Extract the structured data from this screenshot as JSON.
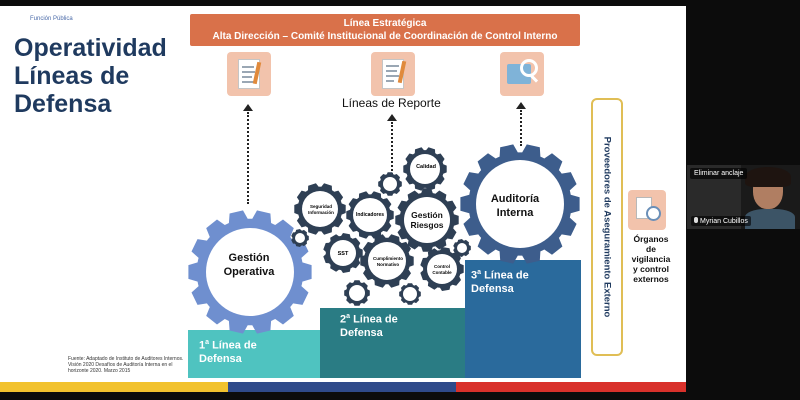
{
  "brand": "Función Pública",
  "title_lines": [
    "Operatividad",
    "Líneas de",
    "Defensa"
  ],
  "banner": {
    "line1": "Línea Estratégica",
    "line2": "Alta Dirección – Comité Institucional de Coordinación de Control Interno"
  },
  "reporting_label": "Líneas de Reporte",
  "gears": {
    "operative": [
      "Gestión",
      "Operativa"
    ],
    "audit": [
      "Auditoría",
      "Interna"
    ],
    "risk": [
      "Gestión",
      "Riesgos"
    ],
    "small": {
      "security": [
        "Seguridad",
        "Información"
      ],
      "indicators": "Indicadores",
      "quality": "Calidad",
      "sst": "SST",
      "compliance": [
        "Cumplimiento",
        "Normativo"
      ],
      "accounting": [
        "Control",
        "Contable"
      ]
    }
  },
  "steps": {
    "first": {
      "ordinal": "1",
      "sup": "a",
      "rest": " Línea de",
      "line2": "Defensa"
    },
    "second": {
      "ordinal": "2",
      "sup": "a",
      "rest": " Línea de",
      "line2": "Defensa"
    },
    "third": {
      "ordinal": "3",
      "sup": "a",
      "rest": " Línea de",
      "line2": "Defensa"
    }
  },
  "external_assurance": "Proveedores de Aseguramiento Externo",
  "organs": [
    "Órganos",
    "de",
    "vigilancia",
    "y control",
    "externos"
  ],
  "source": "Fuente: Adaptado de Instituto de Auditores Internos. Visión 2020 Desafíos de Auditoría Interna en el horizonte 2020. Marzo 2015",
  "participant": {
    "unpin": "Eliminar anclaje",
    "name": "Myrian Cubillos"
  },
  "colors": {
    "banner": "#d9714a",
    "gear_blue": "#3d5d8c",
    "gear_light": "#6f8fcf",
    "gear_dark": "#2e3f54",
    "first_line": "#4fc3c0",
    "second_line": "#2a7c84",
    "third_line": "#2a6a9c",
    "assurance_border": "#e0be55",
    "stripe_yellow": "#f2c22e",
    "stripe_blue": "#2f4a8a",
    "stripe_red": "#d9312b"
  }
}
